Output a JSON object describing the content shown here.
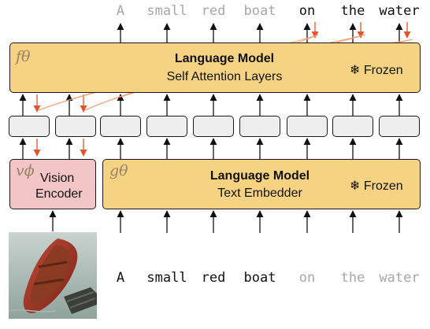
{
  "output_tokens": [
    {
      "text": "A",
      "style": "gray"
    },
    {
      "text": "small",
      "style": "gray"
    },
    {
      "text": "red",
      "style": "gray"
    },
    {
      "text": "boat",
      "style": "gray"
    },
    {
      "text": "on",
      "style": "dark"
    },
    {
      "text": "the",
      "style": "dark"
    },
    {
      "text": "water",
      "style": "dark"
    }
  ],
  "input_tokens": [
    {
      "text": "A",
      "style": "dark"
    },
    {
      "text": "small",
      "style": "dark"
    },
    {
      "text": "red",
      "style": "dark"
    },
    {
      "text": "boat",
      "style": "dark"
    },
    {
      "text": "on",
      "style": "gray"
    },
    {
      "text": "the",
      "style": "gray"
    },
    {
      "text": "water",
      "style": "gray"
    }
  ],
  "self_attention_block": {
    "symbol": "fθ",
    "title": "Language Model",
    "subtitle": "Self Attention Layers",
    "frozen_label": "Frozen",
    "frozen_icon": "snowflake-icon"
  },
  "text_embedder_block": {
    "symbol": "gθ",
    "title": "Language Model",
    "subtitle": "Text Embedder",
    "frozen_label": "Frozen",
    "frozen_icon": "snowflake-icon"
  },
  "vision_encoder_block": {
    "symbol": "vϕ",
    "line1": "Vision",
    "line2": "Encoder"
  },
  "photo": {
    "subject": "red rowboat on water",
    "icon": "boat-photo"
  },
  "colors": {
    "language_model_fill": "#f6d382",
    "vision_encoder_fill": "#f2c6c6",
    "embedding_fill": "#eeeeee",
    "gradient_arrow": "#e0552b",
    "gray_token": "#a6a6a6",
    "dark_token": "#111111"
  }
}
